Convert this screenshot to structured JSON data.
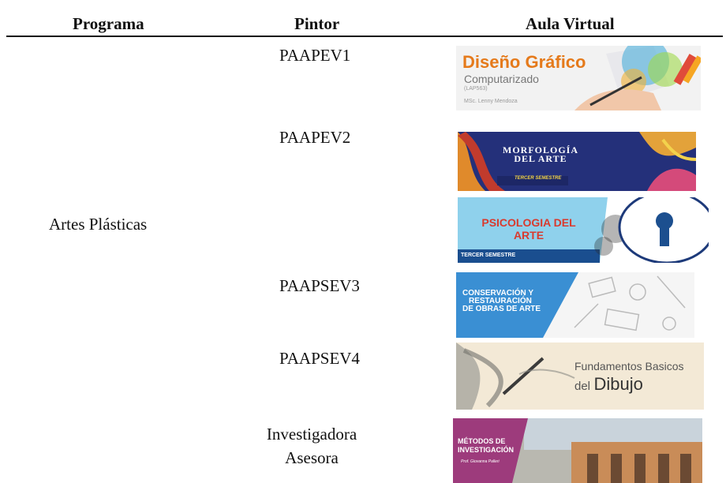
{
  "table": {
    "headers": [
      "Programa",
      "Pintor",
      "Aula Virtual"
    ],
    "program": "Artes Plásticas",
    "rows": [
      {
        "pintor": "PAAPEV1"
      },
      {
        "pintor": "PAAPEV2"
      },
      {
        "pintor": ""
      },
      {
        "pintor": "PAAPSEV3"
      },
      {
        "pintor": "PAAPSEV4"
      },
      {
        "pintor_line1": "Investigadora",
        "pintor_line2": "Asesora"
      }
    ]
  },
  "banners": {
    "b1": {
      "title": "Diseño Gráfico",
      "subtitle": "Computarizado",
      "code": "(LAP563)",
      "author": "MSc. Lenny Mendoza"
    },
    "b2": {
      "title_line1": "MORFOLOGÍA",
      "title_line2": "DEL ARTE",
      "caption": "TERCER SEMESTRE"
    },
    "b3": {
      "title_line1": "PSICOLOGIA DEL",
      "title_line2": "ARTE",
      "caption": "TERCER SEMESTRE"
    },
    "b4": {
      "line1": "CONSERVACIÓN Y",
      "line2": "RESTAURACIÓN",
      "line3": "DE OBRAS DE ARTE"
    },
    "b5": {
      "line1": "Fundamentos Basicos",
      "line2_prefix": "del",
      "line2_main": "Dibujo"
    },
    "b6": {
      "line1": "MÉTODOS DE",
      "line2": "INVESTIGACIÓN",
      "author": "Prof. Giovanna Palleri"
    }
  }
}
